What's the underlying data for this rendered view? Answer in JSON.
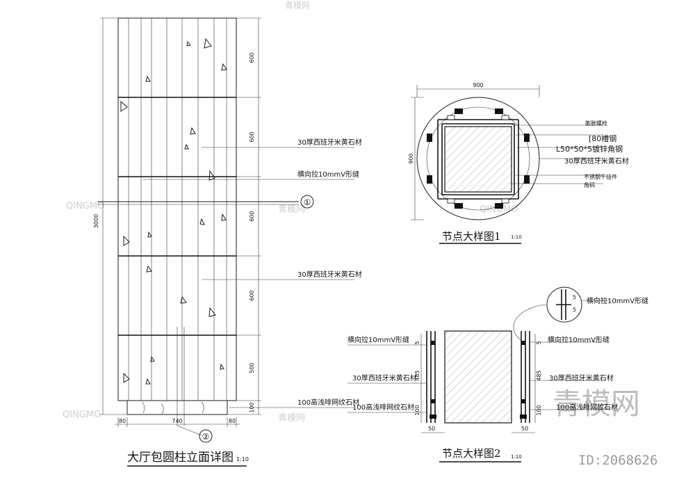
{
  "elevation": {
    "title": "大厅包圆柱立面详图",
    "scale": "1:10",
    "height_dim": "3000",
    "segment_dims": [
      "600",
      "600",
      "600",
      "600",
      "500",
      "100"
    ],
    "bottom_dims": [
      "80",
      "740",
      "80"
    ],
    "callouts": [
      "30厚西班牙米黄石材",
      "横向拉10mmV形缝",
      "30厚西班牙米黄石材",
      "100高浅啡网纹石材"
    ],
    "section_marks": [
      "①",
      "②"
    ]
  },
  "detail1": {
    "title": "节点大样图1",
    "scale": "1:10",
    "width_dim": "900",
    "height_dim": "900",
    "callouts": [
      "膨胀螺栓",
      "[80槽钢",
      "L50*50*5镀锌角钢",
      "30厚西班牙米黄石材",
      "不锈钢干挂件",
      "角码"
    ]
  },
  "detail2": {
    "title": "节点大样图2",
    "scale": "1:10",
    "dims_left": [
      "5",
      "485",
      "100"
    ],
    "dims_right": [
      "5",
      "485",
      "100"
    ],
    "bottom_dims": [
      "50",
      "50"
    ],
    "top_detail_dims": [
      "5",
      "5"
    ],
    "callouts_left": [
      "横向拉10mmV形缝",
      "30厚西班牙米黄石材",
      "100高浅啡网纹石材"
    ],
    "callouts_right": [
      "横向拉10mmV形缝",
      "30厚西班牙米黄石材",
      "100高浅啡网纹石材"
    ],
    "top_callout": "横向拉10mmV形缝"
  },
  "watermark": {
    "brand": "青模网",
    "latin": "QINGMO",
    "id_text": "ID:2068626"
  }
}
